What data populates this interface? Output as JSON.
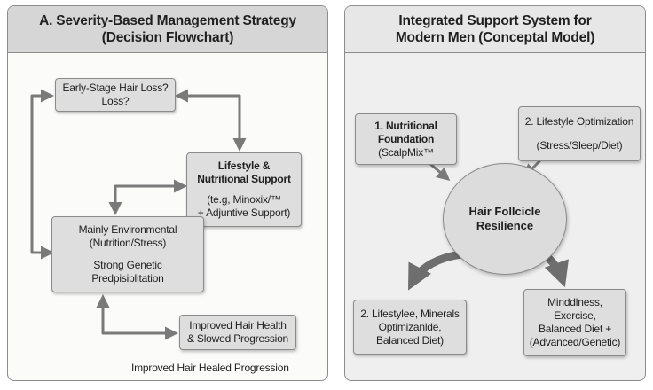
{
  "left_panel": {
    "title_line1": "A. Severity-Based Management Strategy",
    "title_line2": "(Decision Flowchart)",
    "nodes": {
      "early": {
        "line1": "Early-Stage Hair Loss?",
        "line2": "Loss?"
      },
      "lifestyle": {
        "line1": "Lifestyle &",
        "line2": "Nutritional Support",
        "line3": "(te.g, Minoxix/™",
        "line4": "+ Adjuntive Support)"
      },
      "environmental": {
        "line1": "Mainly Environmental",
        "line2": "(Nutrition/Stress)",
        "line3": "Strong Genetic",
        "line4": "Predpisiplitation"
      },
      "improved": {
        "line1": "Improved Hair Health",
        "line2": "& Slowed Progression"
      }
    },
    "footer": "Improved Hair Healed Progression"
  },
  "right_panel": {
    "title_line1": "Integrated Support System for",
    "title_line2": "Modern Men (Conceptal Model)",
    "center": {
      "line1": "Hair Follcicle",
      "line2": "Resilience"
    },
    "nodes": {
      "nutritional": {
        "line1": "1. Nutritional",
        "line2": "Foundation",
        "line3": "(ScalpMix™"
      },
      "lifestyle_opt": {
        "line1": "2. Lifestyle Optimization",
        "line2": "(Stress/Sleep/Diet)"
      },
      "minerals": {
        "line1": "2. Lifestylee, Minerals",
        "line2": "Optimizanlde,",
        "line3": "Balanced Diet)"
      },
      "mindfulness": {
        "line1": "Minddlness,",
        "line2": "Exercise,",
        "line3": "Balanced Diet +",
        "line4": "(Advanced/Genetic)"
      }
    }
  },
  "colors": {
    "arrow": "#7a7a7a",
    "node_fill": "#dedede",
    "header_fill": "#d6d6d6"
  }
}
